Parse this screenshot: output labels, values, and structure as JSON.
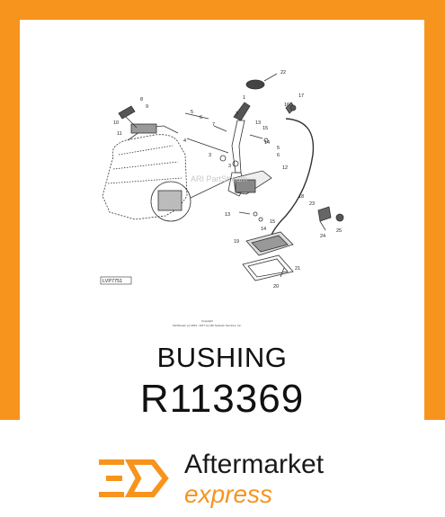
{
  "diagram": {
    "callouts": [
      "22",
      "1",
      "2",
      "8",
      "9",
      "10",
      "11",
      "5",
      "6",
      "7",
      "4",
      "3",
      "3",
      "13",
      "15",
      "14",
      "16",
      "17",
      "5",
      "6",
      "12",
      "18",
      "13",
      "15",
      "14",
      "23",
      "25",
      "24",
      "19",
      "21",
      "20"
    ],
    "watermark": "ARI PartStream",
    "ref_code": "LVP7751",
    "copyright_line1": "Copyright",
    "copyright_line2": "PartStream (c) 2004 - 2017 by ARI Network Services, Inc."
  },
  "product": {
    "name": "BUSHING",
    "part_number": "R113369"
  },
  "brand": {
    "name_top": "Aftermarket",
    "name_bottom": "express",
    "accent_color": "#f7941d",
    "logo_icon": "hexagon-speed-icon"
  }
}
